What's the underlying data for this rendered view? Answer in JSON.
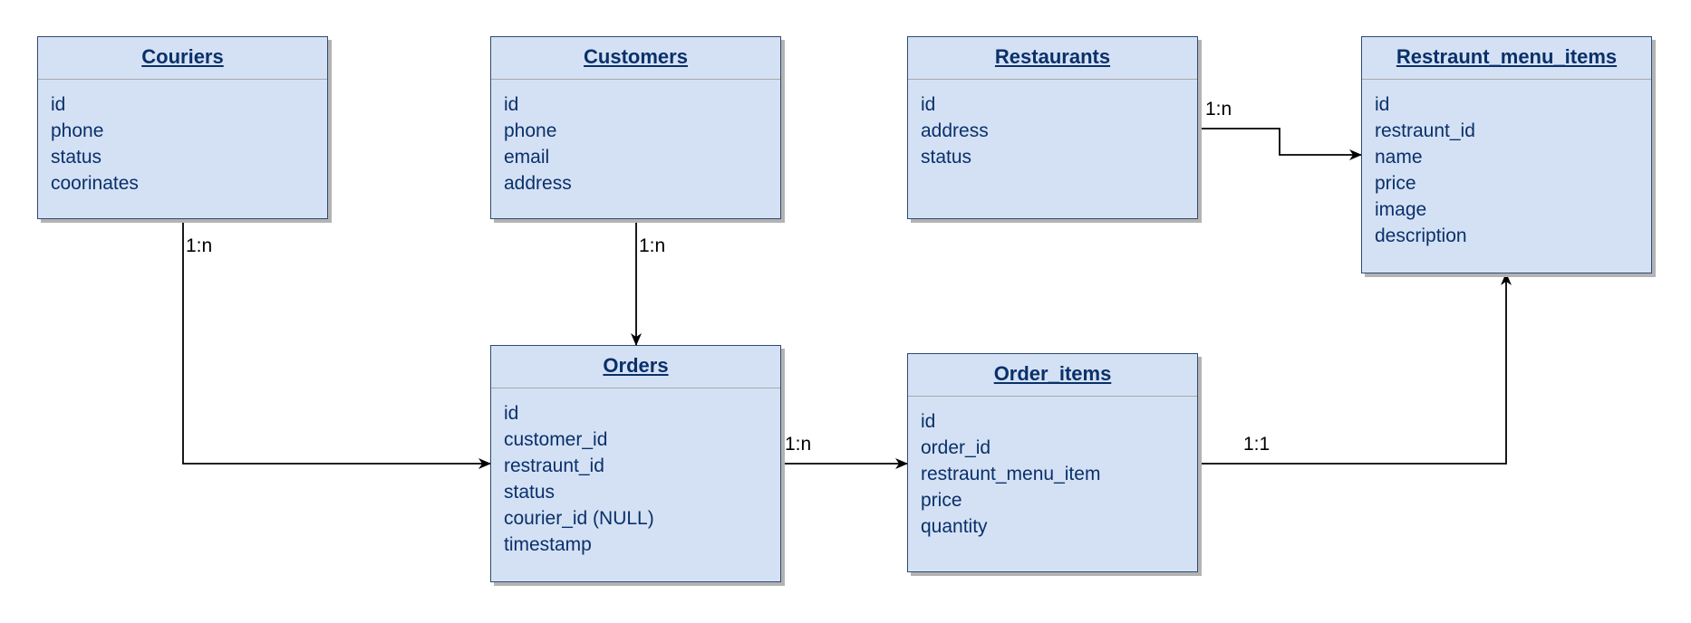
{
  "entities": {
    "couriers": {
      "title": "Couriers",
      "fields": [
        "id",
        "phone",
        "status",
        "coorinates"
      ]
    },
    "customers": {
      "title": "Customers",
      "fields": [
        "id",
        "phone",
        "email",
        "address"
      ]
    },
    "restaurants": {
      "title": "Restaurants",
      "fields": [
        "id",
        "address",
        "status"
      ]
    },
    "menu_items": {
      "title": "Restraunt_menu_items",
      "fields": [
        "id",
        "restraunt_id",
        "name",
        "price",
        "image",
        "description"
      ]
    },
    "orders": {
      "title": "Orders",
      "fields": [
        "id",
        "customer_id",
        "restraunt_id",
        "status",
        "courier_id (NULL)",
        "timestamp"
      ]
    },
    "order_items": {
      "title": "Order_items",
      "fields": [
        "id",
        "order_id",
        "restraunt_menu_item",
        "price",
        "quantity"
      ]
    }
  },
  "relationships": {
    "couriers_orders": "1:n",
    "customers_orders": "1:n",
    "restaurants_menu_items": "1:n",
    "orders_order_items": "1:n",
    "order_items_menu_items": "1:1"
  },
  "colors": {
    "entity_fill": "#d4e1f5",
    "entity_border": "#2f4a6e",
    "entity_text": "#0a3069",
    "connector": "#000000"
  }
}
